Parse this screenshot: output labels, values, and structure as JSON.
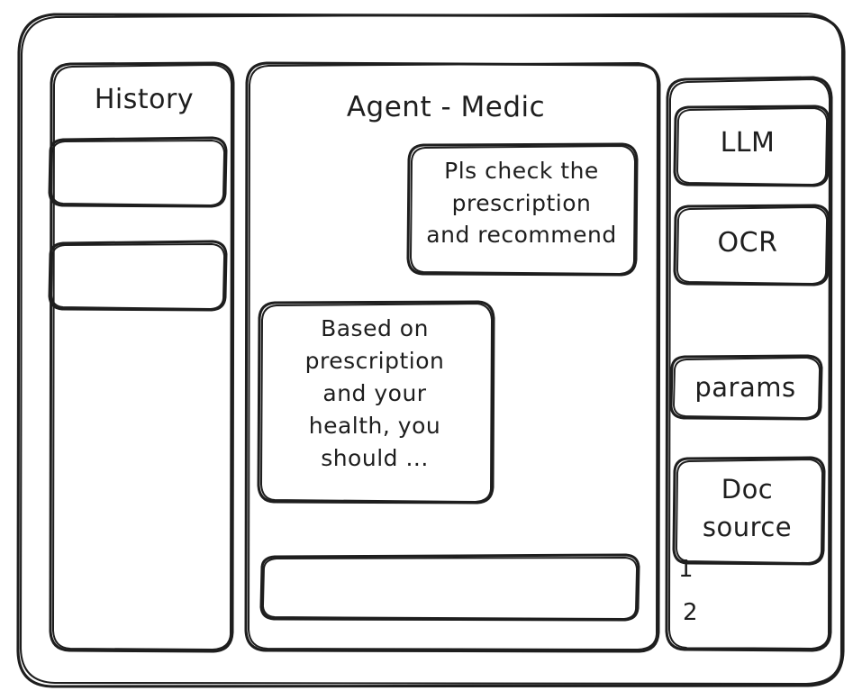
{
  "meta": {
    "style": "hand-drawn wireframe sketch",
    "stroke_color": "#1e1e1e",
    "background_color": "#ffffff"
  },
  "window": {
    "frame_label": "app-window"
  },
  "sidebar_left": {
    "title": "History",
    "items": [
      {
        "label": ""
      },
      {
        "label": ""
      }
    ]
  },
  "main": {
    "title": "Agent - Medic",
    "messages": [
      {
        "role": "user",
        "text": "Pls check the\nprescription\nand recommend"
      },
      {
        "role": "assistant",
        "text": "Based on\nprescription\nand your\nhealth, you\nshould ..."
      }
    ],
    "composer": {
      "value": "",
      "placeholder": ""
    }
  },
  "sidebar_right": {
    "panels": [
      {
        "label": "LLM"
      },
      {
        "label": "OCR"
      },
      {
        "label": "params"
      },
      {
        "label": "Doc\nsource"
      }
    ],
    "doc_source_list": [
      {
        "label": "1"
      },
      {
        "label": "2"
      }
    ]
  }
}
